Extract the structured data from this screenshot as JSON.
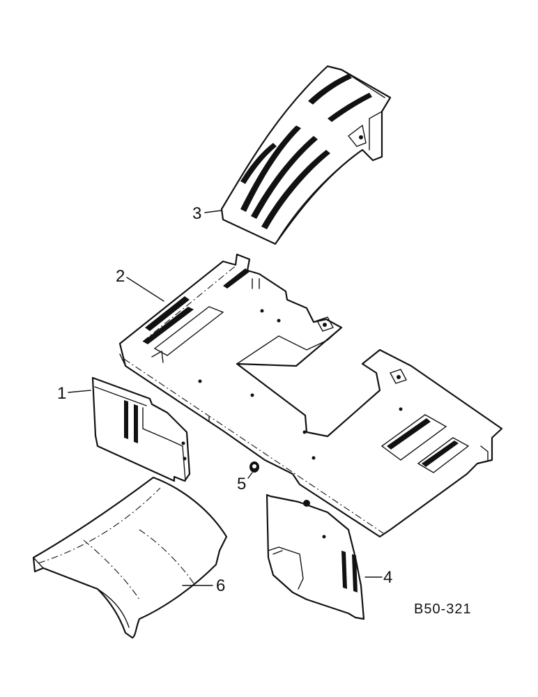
{
  "drawing_number": "B50-321",
  "callouts": [
    {
      "id": "1",
      "label": "1"
    },
    {
      "id": "2",
      "label": "2"
    },
    {
      "id": "3",
      "label": "3"
    },
    {
      "id": "4",
      "label": "4"
    },
    {
      "id": "5",
      "label": "5"
    },
    {
      "id": "6",
      "label": "6"
    }
  ]
}
